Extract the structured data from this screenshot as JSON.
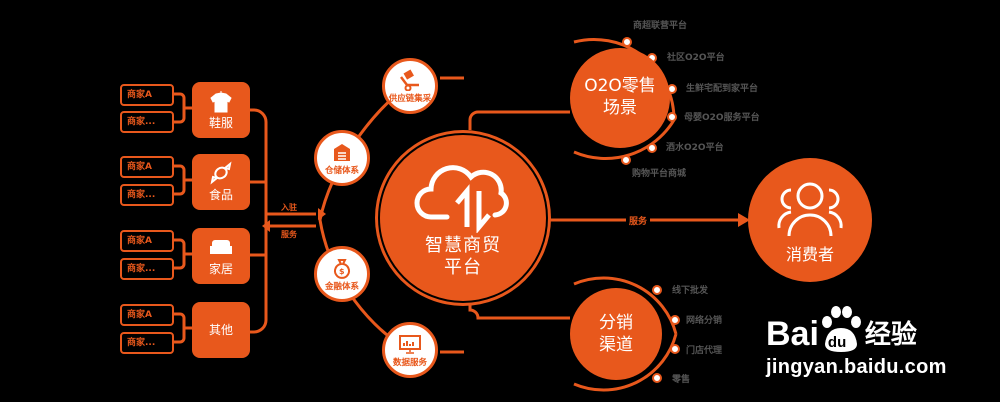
{
  "colors": {
    "accent": "#e8581c",
    "background": "#000000",
    "label_gray": "#555555",
    "white": "#ffffff"
  },
  "categories": [
    {
      "label": "鞋服",
      "icon": "shirt-icon",
      "merchants": [
        "商家A",
        "商家..."
      ]
    },
    {
      "label": "食品",
      "icon": "candy-icon",
      "merchants": [
        "商家A",
        "商家..."
      ]
    },
    {
      "label": "家居",
      "icon": "sofa-icon",
      "merchants": [
        "商家A",
        "商家..."
      ]
    },
    {
      "label": "其他",
      "icon": "",
      "merchants": [
        "商家A",
        "商家..."
      ]
    }
  ],
  "flow_labels": {
    "top": "入驻",
    "bottom": "服务"
  },
  "services": [
    {
      "label": "供应链集采",
      "icon": "cart-icon"
    },
    {
      "label": "仓储体系",
      "icon": "warehouse-icon"
    },
    {
      "label": "金融体系",
      "icon": "money-bag-icon"
    },
    {
      "label": "数据服务",
      "icon": "data-screen-icon"
    }
  ],
  "hub": {
    "title_line1": "智慧商贸",
    "title_line2": "平台",
    "icon": "cloud-sync-icon"
  },
  "o2o": {
    "title_line1": "O2O零售",
    "title_line2": "场景",
    "items": [
      "商超联营平台",
      "社区O2O平台",
      "生鲜宅配到家平台",
      "母婴O2O服务平台",
      "酒水O2O平台",
      "购物平台商城"
    ]
  },
  "distribution": {
    "title_line1": "分销",
    "title_line2": "渠道",
    "items": [
      "线下批发",
      "网络分销",
      "门店代理",
      "零售"
    ]
  },
  "consumer": {
    "label": "消费者",
    "icon": "users-icon",
    "arrow_label": "服务"
  },
  "watermark": {
    "brand_left": "Bai",
    "brand_du": "du",
    "brand_cn": "经验",
    "url": "jingyan.baidu.com"
  }
}
